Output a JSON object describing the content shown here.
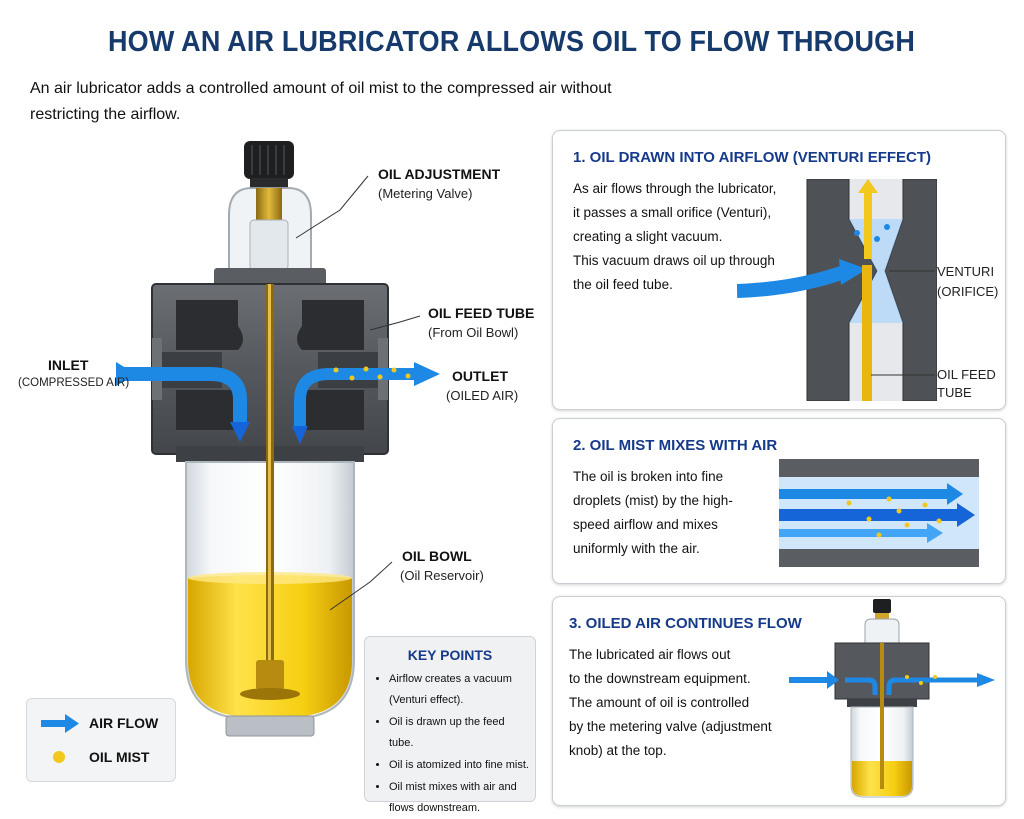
{
  "title": "HOW AN AIR LUBRICATOR ALLOWS OIL TO FLOW THROUGH",
  "intro": "An air lubricator adds a controlled amount of oil mist to the compressed air without restricting the airflow.",
  "labels": {
    "oil_adjustment": "OIL ADJUSTMENT",
    "oil_adjustment_sub": "(Metering Valve)",
    "oil_feed_tube": "OIL FEED TUBE",
    "oil_feed_tube_sub": "(From Oil Bowl)",
    "inlet": "INLET",
    "inlet_sub": "(COMPRESSED AIR)",
    "outlet": "OUTLET",
    "outlet_sub": "(OILED AIR)",
    "oil_bowl": "OIL BOWL",
    "oil_bowl_sub": "(Oil Reservoir)"
  },
  "key_points": {
    "title": "KEY POINTS",
    "items": [
      "Airflow creates a vacuum (Venturi effect).",
      "Oil is drawn up the feed tube.",
      "Oil is atomized into fine mist.",
      "Oil mist mixes with air and flows downstream."
    ]
  },
  "legend": {
    "air_flow": "AIR FLOW",
    "oil_mist": "OIL MIST"
  },
  "steps": [
    {
      "title": "1. OIL DRAWN INTO AIRFLOW (VENTURI EFFECT)",
      "lines": [
        "As air flows through the lubricator,",
        "it passes a small orifice (Venturi),",
        "creating a slight vacuum.",
        "This vacuum draws oil up through",
        "the oil feed tube."
      ],
      "callout_venturi": "VENTURI",
      "callout_venturi_sub": "(ORIFICE)",
      "callout_feed": "OIL FEED",
      "callout_feed_sub": "TUBE"
    },
    {
      "title": "2. OIL MIST MIXES WITH AIR",
      "lines": [
        "The oil is broken into fine",
        "droplets (mist) by the high-",
        "speed airflow and mixes",
        "uniformly with the air."
      ]
    },
    {
      "title": "3. OILED AIR CONTINUES FLOW",
      "lines": [
        "The lubricated air flows out",
        "to the downstream equipment.",
        "The amount of oil is controlled",
        "by the metering valve (adjustment",
        "knob) at the top."
      ]
    }
  ],
  "colors": {
    "title": "#163a6b",
    "step_title": "#163a8a",
    "air_flow": "#1e88e5",
    "oil": "#f2c81c",
    "body_grey": "#5d6166"
  }
}
